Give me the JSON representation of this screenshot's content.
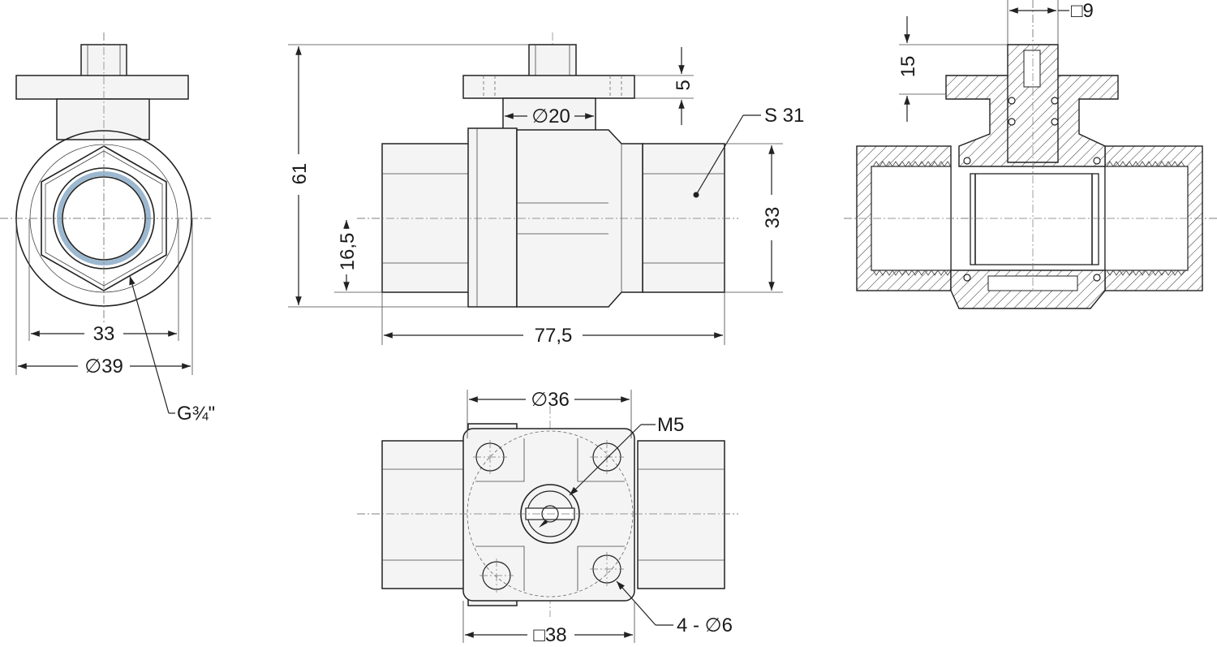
{
  "dimensions": {
    "front_width_flats": "33",
    "front_diameter": "∅39",
    "thread": "G¾\"",
    "height": "61",
    "stem_flange_height": "5",
    "neck_diameter": "∅20",
    "wrench_size": "S 31",
    "port_height": "33",
    "half_height": "16,5",
    "length": "77,5",
    "stem_square": "□9",
    "stem_height": "15",
    "bolt_circle": "∅36",
    "mount_thread": "M5",
    "mount_holes": "4 - ∅6",
    "flange_square": "□38"
  }
}
